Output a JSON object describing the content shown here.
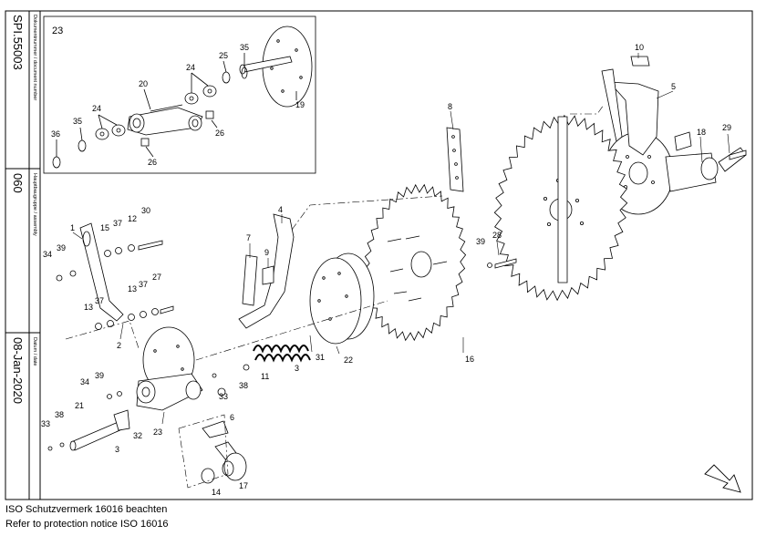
{
  "title_block": {
    "doc_number_label": "Dokumentnummer / document number",
    "doc_number": "SPI.55003",
    "assembly_label": "Hauptbaugruppe / assembly",
    "assembly": "060",
    "date_label": "Datum / date",
    "date": "08-Jan-2020"
  },
  "notice": {
    "line1": "ISO Schutzvermerk 16016 beachten",
    "line2": "Refer to protection notice ISO 16016"
  },
  "inset": {
    "id": "23",
    "labels": [
      "36",
      "35",
      "24",
      "20",
      "24",
      "25",
      "35",
      "19",
      "26",
      "26"
    ]
  },
  "part_labels": [
    "10",
    "5",
    "29",
    "18",
    "8",
    "4",
    "7",
    "9",
    "1",
    "15",
    "37",
    "12",
    "30",
    "34",
    "39",
    "13",
    "37",
    "27",
    "13",
    "37",
    "2",
    "22",
    "31",
    "3",
    "11",
    "38",
    "33",
    "34",
    "39",
    "21",
    "38",
    "33",
    "3",
    "32",
    "23",
    "6",
    "14",
    "17",
    "39",
    "28",
    "16"
  ],
  "icons": {
    "orientation": "arrow-icon"
  }
}
